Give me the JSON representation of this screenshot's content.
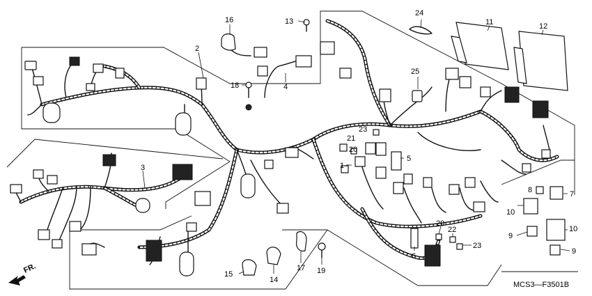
{
  "diagram": {
    "code": "MCS3—F3501B",
    "direction": "FR.",
    "callouts": {
      "n1": "1",
      "n2": "2",
      "n3": "3",
      "n4": "4",
      "n5": "5",
      "n6": "6",
      "n7": "7",
      "n8": "8",
      "n9a": "9",
      "n9b": "9",
      "n10a": "10",
      "n10b": "10",
      "n11": "11",
      "n12": "12",
      "n13": "13",
      "n14": "14",
      "n15": "15",
      "n16": "16",
      "n17": "17",
      "n18": "18",
      "n19": "19",
      "n20a": "20",
      "n20b": "20",
      "n21": "21",
      "n22": "22",
      "n23a": "23",
      "n23b": "23",
      "n24": "24",
      "n25": "25"
    }
  }
}
